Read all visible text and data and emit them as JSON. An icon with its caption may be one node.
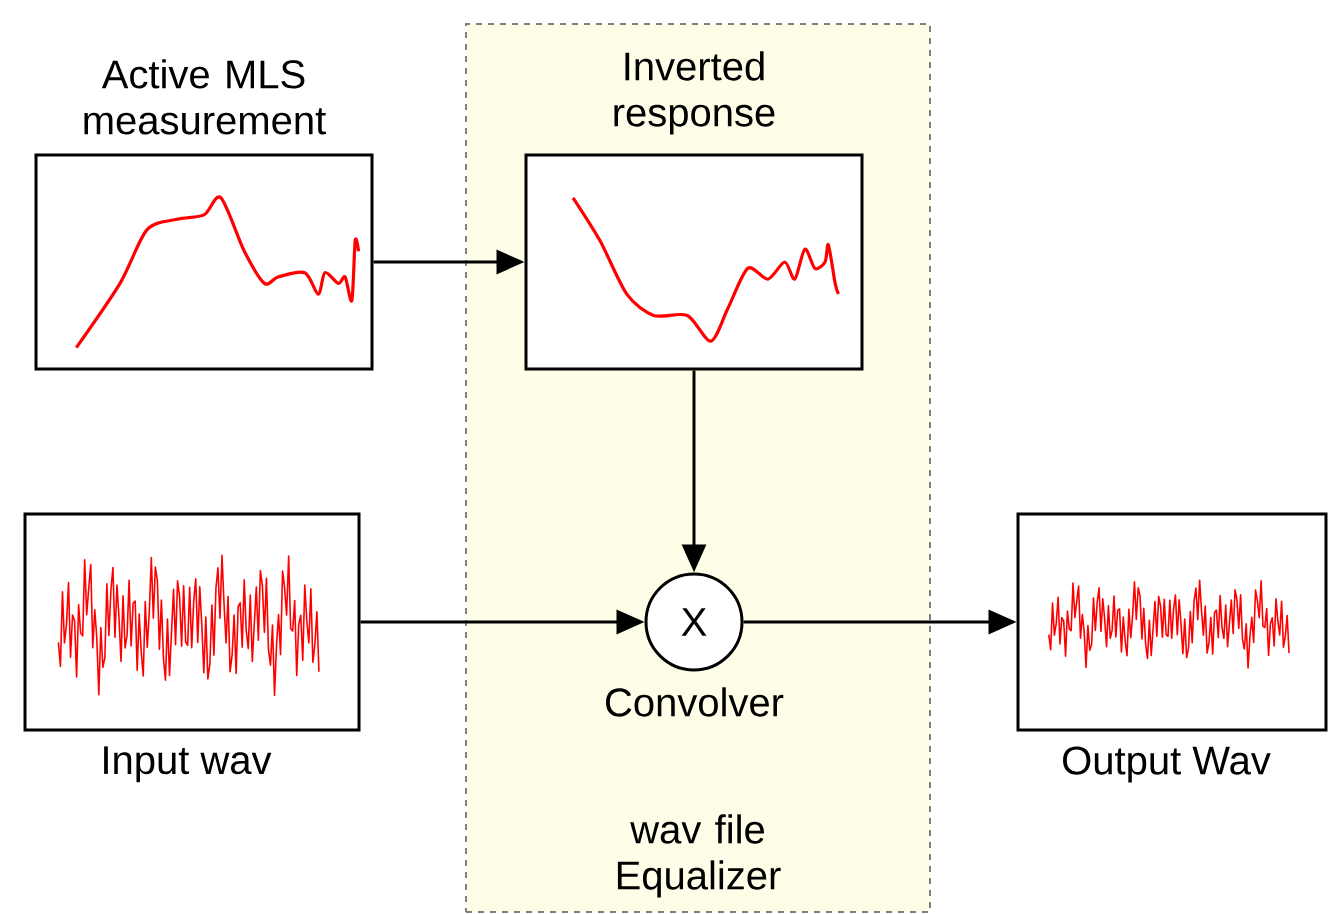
{
  "diagram": {
    "nodes": [
      {
        "text": [
          "wav file Equalizer"
        ]
      },
      {
        "text": [
          "Active MLS measurement"
        ]
      },
      {
        "text": [
          "Inverted response"
        ],
        "in": 0
      },
      {
        "text": [
          "Input wav"
        ]
      },
      {
        "text": [
          "X"
        ],
        "beside": [
          "Convolver"
        ],
        "in": 0
      },
      {
        "text": [
          "Output Wav"
        ]
      }
    ],
    "edges": [
      {
        "from": 1,
        "to": 2,
        "arrow": "to"
      },
      {
        "from": 2,
        "to": 4,
        "arrow": "to"
      },
      {
        "from": 3,
        "to": 4,
        "arrow": "to"
      },
      {
        "from": 4,
        "to": 5,
        "arrow": "to"
      }
    ]
  }
}
